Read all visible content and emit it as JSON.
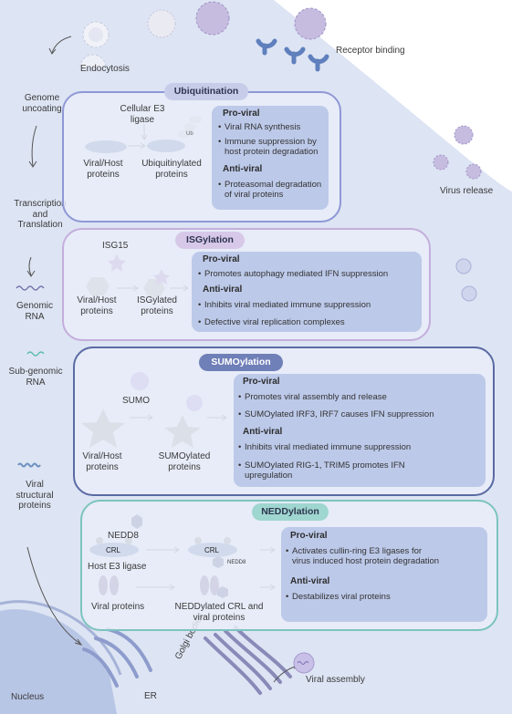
{
  "labels": {
    "endocytosis": "Endocytosis",
    "receptor_binding": "Receptor binding",
    "genome_uncoating": [
      "Genome",
      "uncoating"
    ],
    "transcription": [
      "Transcription",
      "and",
      "Translation"
    ],
    "genomic_rna": [
      "Genomic",
      "RNA"
    ],
    "subgenomic_rna": [
      "Sub-genomic",
      "RNA"
    ],
    "viral_structural": [
      "Viral",
      "structural",
      "proteins"
    ],
    "virus_release": "Virus release",
    "nucleus": "Nucleus",
    "er": "ER",
    "golgi": [
      "Golgi",
      "bodies"
    ],
    "viral_assembly": "Viral assembly"
  },
  "panels": {
    "ubiquitination": {
      "title": "Ubiquitination",
      "e3": [
        "Cellular E3",
        "ligase"
      ],
      "ub": "Ub",
      "substrate": [
        "Viral/Host",
        "proteins"
      ],
      "product": [
        "Ubiquitinylated",
        "proteins"
      ],
      "pro_heading": "Pro-viral",
      "pro_items": [
        [
          "Viral RNA synthesis"
        ],
        [
          "Immune suppression by",
          "host protein degradation"
        ]
      ],
      "anti_heading": "Anti-viral",
      "anti_items": [
        [
          "Proteasomal degradation",
          "of viral proteins"
        ]
      ]
    },
    "isgylation": {
      "title": "ISGylation",
      "modifier": "ISG15",
      "substrate": [
        "Viral/Host",
        "proteins"
      ],
      "product": [
        "ISGylated",
        "proteins"
      ],
      "pro_heading": "Pro-viral",
      "pro_items": [
        [
          "Promotes autophagy mediated IFN suppression"
        ]
      ],
      "anti_heading": "Anti-viral",
      "anti_items": [
        [
          "Inhibits viral mediated immune suppression"
        ],
        [
          "Defective viral replication complexes"
        ]
      ]
    },
    "sumoylation": {
      "title": "SUMOylation",
      "modifier": "SUMO",
      "substrate": [
        "Viral/Host",
        "proteins"
      ],
      "product": [
        "SUMOylated",
        "proteins"
      ],
      "pro_heading": "Pro-viral",
      "pro_items": [
        [
          "Promotes viral assembly and release"
        ],
        [
          "SUMOylated IRF3, IRF7 causes IFN suppression"
        ]
      ],
      "anti_heading": "Anti-viral",
      "anti_items": [
        [
          "Inhibits viral mediated immune suppression"
        ],
        [
          "SUMOylated RIG-1, TRIM5 promotes IFN",
          "upregulation"
        ]
      ]
    },
    "neddylation": {
      "title": "NEDDylation",
      "modifier": "NEDD8",
      "crl": "CRL",
      "nedd8_small": "NEDD8",
      "host_e3": "Host E3 ligase",
      "viral_proteins": "Viral proteins",
      "product": [
        "NEDDylated CRL and",
        "viral proteins"
      ],
      "pro_heading": "Pro-viral",
      "pro_items": [
        [
          "Activates cullin-ring E3 ligases for",
          "virus induced host protein degradation"
        ]
      ],
      "anti_heading": "Anti-viral",
      "anti_items": [
        [
          "Destabilizes viral proteins"
        ]
      ]
    }
  },
  "colors": {
    "cell": "#dde4f3",
    "panel_fill": "#e9edf8",
    "info_box": "#b9c7e8",
    "ubiquitination": "#8f98d6",
    "isgylation": "#c4aedc",
    "sumoylation": "#5a6aa3",
    "neddylation": "#7cc4be",
    "isg15": "#9b6fbd",
    "sumo": "#9a82d6",
    "nedd8": "#2e3c72",
    "protein_gray": "#8a8a8a",
    "viral_protein": "#5a4d86",
    "virus": "#b9addb"
  }
}
